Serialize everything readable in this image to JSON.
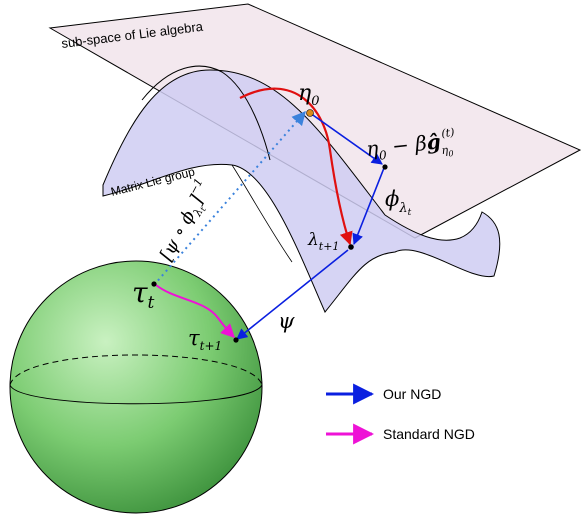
{
  "planes": {
    "lie_algebra_label": "sub-space of Lie algebra",
    "lie_group_label": "Matrix Lie group"
  },
  "math": {
    "eta0": "η",
    "eta0_sub": "0",
    "update_expr_a": "η",
    "update_expr_a_sub": "0",
    "update_expr_b": " − β",
    "update_expr_g": "ĝ",
    "update_expr_g_sub": "η",
    "update_expr_g_subsub": "0",
    "update_expr_g_sup": "(t)",
    "phi": "ϕ",
    "phi_sub": "λ",
    "phi_subsub": "t",
    "lambda": "λ",
    "lambda_sub": "t+1",
    "tau_t": "τ",
    "tau_t_sub": "t",
    "tau_t1": "τ",
    "tau_t1_sub": "t+1",
    "psi": "ψ",
    "inverse_map_open": "[ψ ∘ ϕ",
    "inverse_map_sub": "λ",
    "inverse_map_subsub": "t",
    "inverse_map_close": "]",
    "inverse_map_sup": "−1"
  },
  "legend": {
    "our_ngd": "Our NGD",
    "standard_ngd": "Standard NGD"
  },
  "colors": {
    "plane_fill": "#f3e8ee",
    "surface_fill": "#cfcdf2",
    "sphere_light": "#c7f0bf",
    "sphere_dark": "#3f9a3f",
    "our_ngd": "#0a1fe0",
    "standard_ngd": "#ee12d6",
    "red_path": "#e01010",
    "dotted": "#3b82dc",
    "eta_point": "#d98a1a"
  }
}
